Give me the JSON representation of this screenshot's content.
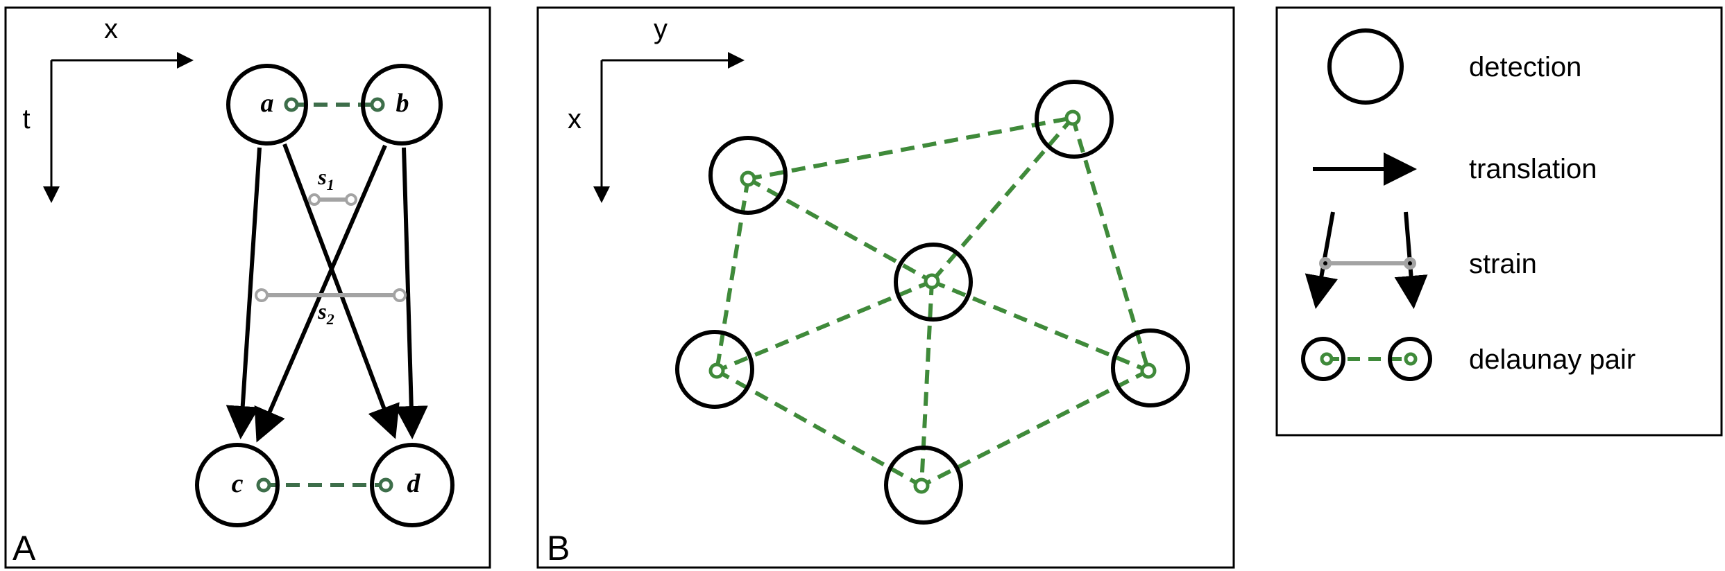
{
  "panel_a": {
    "label": "A",
    "axes": {
      "horizontal": "x",
      "vertical": "t"
    },
    "nodes": {
      "a": "a",
      "b": "b",
      "c": "c",
      "d": "d"
    },
    "strains": {
      "s1": "s",
      "s1_sub": "1",
      "s2": "s",
      "s2_sub": "2"
    }
  },
  "panel_b": {
    "label": "B",
    "axes": {
      "horizontal": "y",
      "vertical": "x"
    }
  },
  "legend": {
    "detection": "detection",
    "translation": "translation",
    "strain": "strain",
    "delaunay": "delaunay pair"
  },
  "colors": {
    "delaunay": "#3f8a3a",
    "delaunay_dark": "#3d6e4a",
    "strain": "#a3a3a3",
    "ink": "#000000"
  }
}
